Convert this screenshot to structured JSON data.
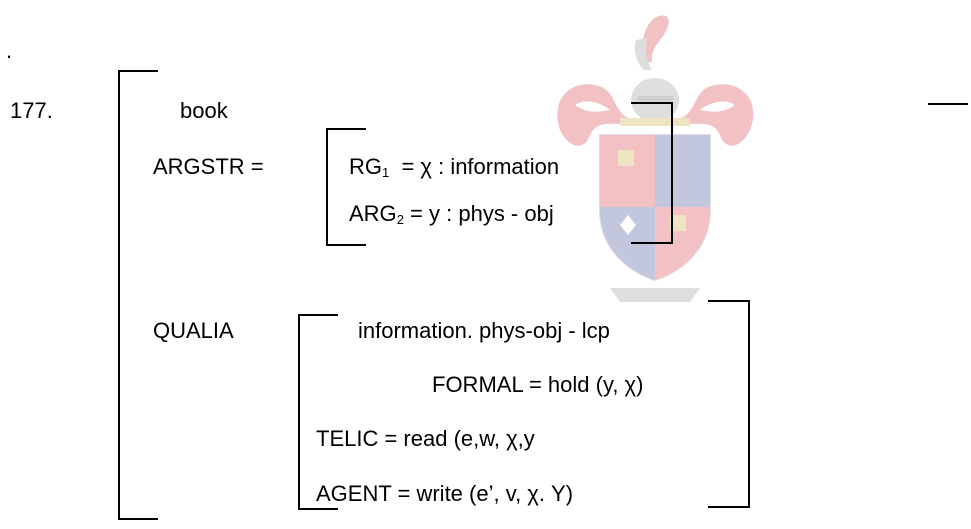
{
  "dot": ".",
  "example_number": "177.",
  "lexical_entry": "book",
  "argstr": {
    "label": "ARGSTR =",
    "arg1_prefix": "RG",
    "arg1_sub": "1",
    "arg1_rest": "= χ : information",
    "arg2_prefix": "ARG",
    "arg2_sub": "2",
    "arg2_rest": "= y : phys - obj"
  },
  "qualia": {
    "label": "QUALIA",
    "type": "information. phys-obj - lcp",
    "formal": "FORMAL = hold (y, χ)",
    "telic": "TELIC = read (e,w, χ,y",
    "agent": "AGENT = write (e’, v, χ. Y)"
  },
  "watermark": {
    "colors": {
      "red": "#d0242a",
      "blue": "#2a3a8c",
      "grey": "#8a8a8a",
      "gold": "#c9a227"
    }
  }
}
